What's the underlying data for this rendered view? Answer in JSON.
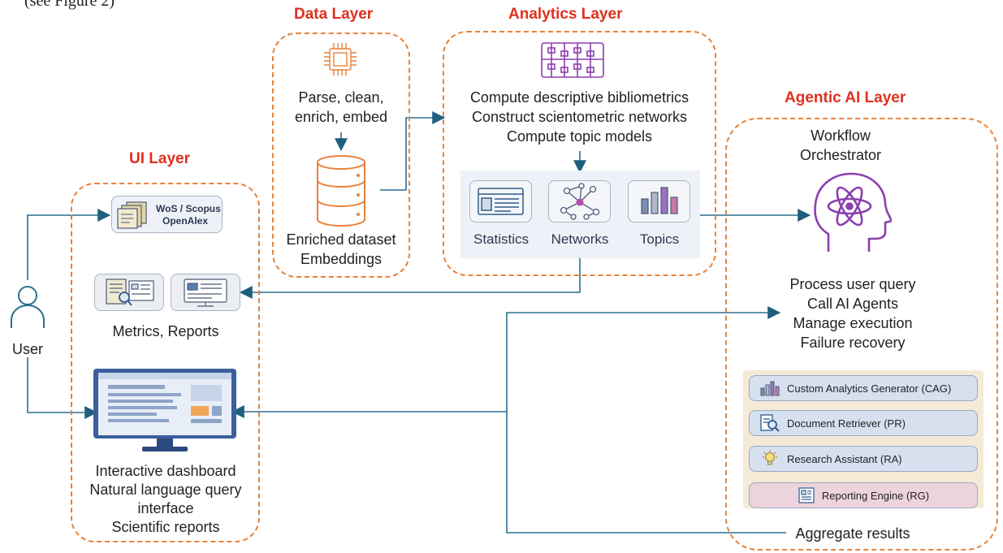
{
  "top_partial_text": "(see Figure 2)",
  "data_layer": {
    "title": "Data Layer",
    "steps": [
      "Parse, clean,",
      "enrich, embed"
    ],
    "outputs": [
      "Enriched dataset",
      "Embeddings"
    ]
  },
  "analytics_layer": {
    "title": "Analytics Layer",
    "tasks": [
      "Compute descriptive bibliometrics",
      "Construct scientometric networks",
      "Compute topic models"
    ],
    "modules": [
      "Statistics",
      "Networks",
      "Topics"
    ]
  },
  "ui_layer": {
    "title": "UI Layer",
    "sources": [
      "WoS / Scopus",
      "OpenAlex"
    ],
    "metrics_label": "Metrics, Reports",
    "dashboard_lines": [
      "Interactive dashboard",
      "Natural language query",
      "interface",
      "Scientific reports"
    ]
  },
  "user_label": "User",
  "agentic_layer": {
    "title": "Agentic AI Layer",
    "orchestrator": [
      "Workflow",
      "Orchestrator"
    ],
    "functions": [
      "Process user query",
      "Call AI Agents",
      "Manage execution",
      "Failure recovery"
    ],
    "agents": [
      {
        "label": "Custom Analytics Generator  (CAG)"
      },
      {
        "label": "Document Retriever (PR)"
      },
      {
        "label": "Research Assistant (RA)"
      },
      {
        "label": "Reporting Engine (RG)"
      }
    ],
    "aggregate": "Aggregate results"
  },
  "colors": {
    "accent_orange": "#e8823a",
    "title_red": "#e0301e",
    "arrow_blue": "#2a6f8f",
    "icon_purple": "#8a3fb0"
  }
}
